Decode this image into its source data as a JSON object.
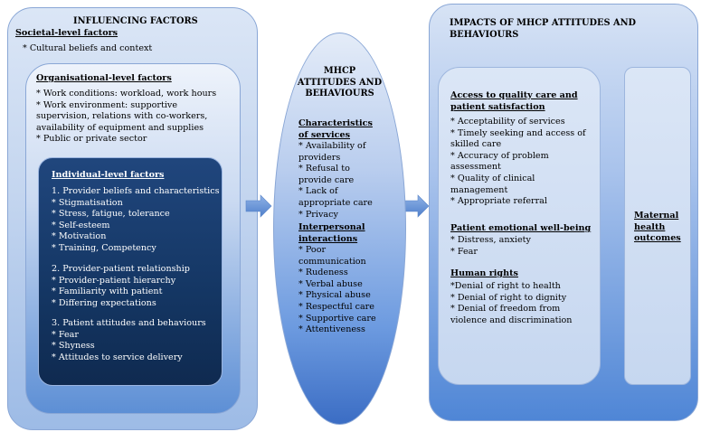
{
  "influencing": {
    "title": "INFLUENCING FACTORS",
    "societal": {
      "header": "Societal-level factors",
      "items": [
        "* Cultural beliefs and context"
      ]
    },
    "organisational": {
      "header": "Organisational-level factors",
      "items": [
        "* Work conditions: workload, work hours",
        "* Work environment: supportive",
        "supervision, relations with co-workers,",
        "availability of equipment and supplies",
        "* Public or private sector"
      ]
    },
    "individual": {
      "header": "Individual-level factors",
      "group1": [
        "1. Provider beliefs and characteristics",
        "* Stigmatisation",
        "* Stress, fatigue, tolerance",
        "* Self-esteem",
        "* Motivation",
        "* Training, Competency"
      ],
      "group2": [
        "2. Provider-patient relationship",
        "* Provider-patient hierarchy",
        "* Familiarity with patient",
        "* Differing expectations"
      ],
      "group3": [
        "3. Patient attitudes and behaviours",
        "* Fear",
        "* Shyness",
        "* Attitudes to service delivery"
      ]
    }
  },
  "mhcp": {
    "title": [
      "MHCP",
      "ATTITUDES AND",
      "BEHAVIOURS"
    ],
    "characteristics": {
      "header": [
        "Characteristics",
        "of services"
      ],
      "items": [
        "* Availability of",
        "providers",
        "* Refusal to",
        "provide care",
        "* Lack of",
        "appropriate care",
        "* Privacy"
      ]
    },
    "interpersonal": {
      "header": [
        "Interpersonal",
        "interactions"
      ],
      "items": [
        "* Poor",
        "communication",
        "* Rudeness",
        "* Verbal abuse",
        "* Physical abuse",
        "* Respectful care",
        "* Supportive care",
        "* Attentiveness"
      ]
    }
  },
  "impacts": {
    "title": "IMPACTS OF MHCP ATTITUDES AND BEHAVIOURS",
    "access": {
      "header": [
        "Access to quality care and",
        "patient satisfaction"
      ],
      "items": [
        "* Acceptability of services",
        "* Timely seeking and access of",
        "skilled care",
        "* Accuracy of problem",
        "assessment",
        "* Quality of clinical",
        "management",
        "* Appropriate referral"
      ]
    },
    "wellbeing": {
      "header": "Patient emotional well-being",
      "items": [
        "* Distress, anxiety",
        "* Fear"
      ]
    },
    "rights": {
      "header": "Human rights",
      "items": [
        "*Denial of right to health",
        "* Denial of right to dignity",
        "* Denial of freedom from",
        "violence and discrimination"
      ]
    }
  },
  "outcomes": {
    "label": [
      "Maternal",
      "health",
      "outcomes"
    ]
  }
}
